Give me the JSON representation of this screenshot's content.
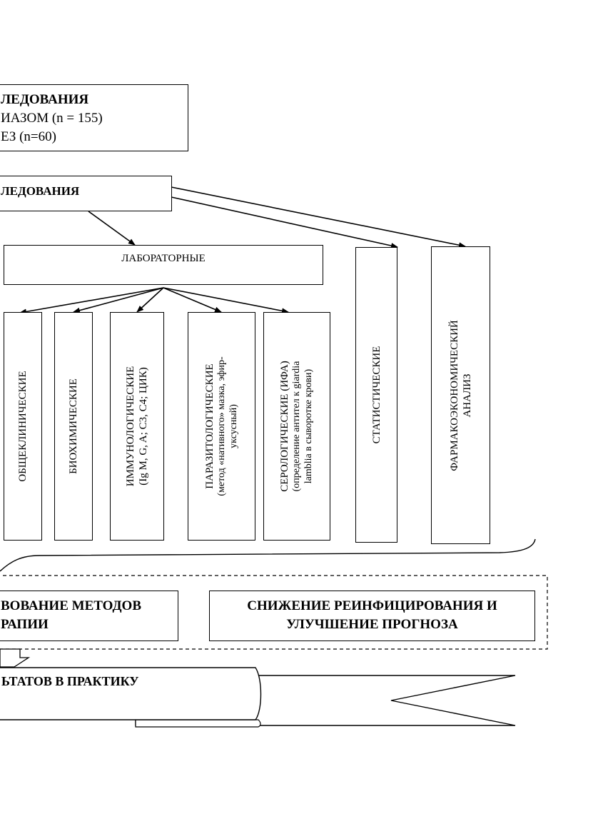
{
  "top_box": {
    "line1": "ЛЕДОВАНИЯ",
    "line2": "ИАЗОМ (n = 155)",
    "line3": "ЕЗ (n=60)"
  },
  "methods_box": {
    "label": "ЛЕДОВАНИЯ"
  },
  "lab_box": {
    "label": "ЛАБОРАТОРНЫЕ"
  },
  "columns": [
    {
      "lines": [
        "ОБЩЕКЛИНИЧЕСКИЕ"
      ]
    },
    {
      "lines": [
        "БИОХИМИЧЕСКИЕ"
      ]
    },
    {
      "lines": [
        "ИММУНОЛОГИЧЕСКИЕ",
        "(Ig M, G, A; C3, C4; ЦИК)"
      ]
    },
    {
      "lines": [
        "ПАРАЗИТОЛОГИЧЕСКИЕ",
        "(метод «нативного» мазка, эфир-",
        "уксусный)"
      ]
    },
    {
      "lines": [
        "СЕРОЛОГИЧЕСКИЕ  (ИФА)",
        "(определение антител к giardia",
        "lamblia в сыворотке крови)"
      ]
    },
    {
      "lines": [
        "СТАТИСТИЧЕСКИЕ"
      ]
    },
    {
      "lines": [
        "ФАРМАКОЭКОНОМИЧЕСКИЙ",
        "АНАЛИЗ"
      ]
    }
  ],
  "result_left": {
    "line1": "ВОВАНИЕ МЕТОДОВ",
    "line2": "РАПИИ"
  },
  "result_right": {
    "line1": "СНИЖЕНИЕ РЕИНФИЦИРОВАНИЯ И",
    "line2": "УЛУЧШЕНИЕ ПРОГНОЗА"
  },
  "banner": {
    "label": "ЬТАТОВ В ПРАКТИКУ"
  }
}
